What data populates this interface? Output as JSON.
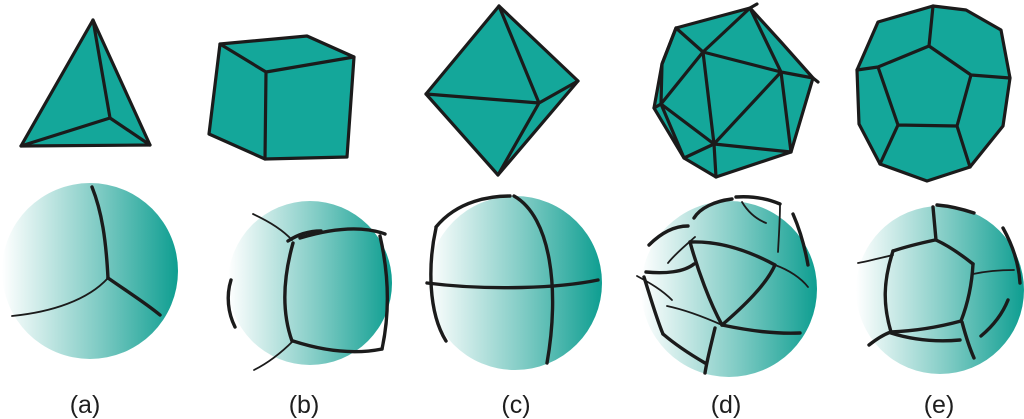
{
  "panels": [
    {
      "caption": "(a)"
    },
    {
      "caption": "(b)"
    },
    {
      "caption": "(c)"
    },
    {
      "caption": "(d)"
    },
    {
      "caption": "(e)"
    }
  ],
  "colors": {
    "solid_fill": "#14a79a",
    "sphere_light": "#ffffff",
    "sphere_dark": "#0e9e91",
    "stroke": "#1b1b1b",
    "caption": "#1e1e1e"
  }
}
